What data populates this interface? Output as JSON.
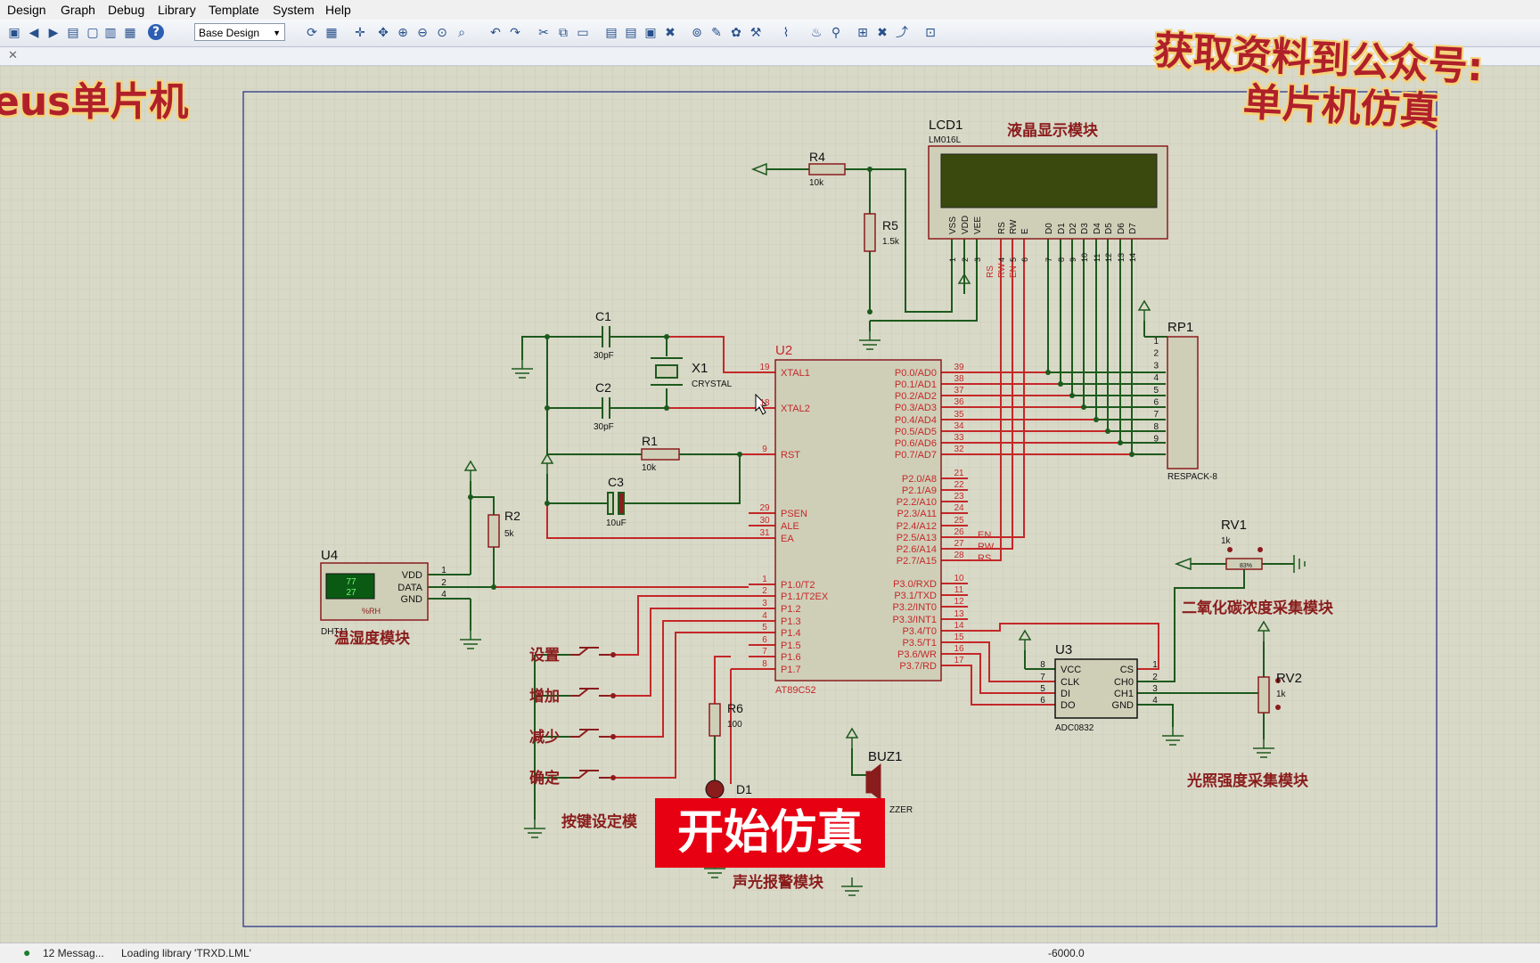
{
  "menu": [
    "Design",
    "Graph",
    "Debug",
    "Library",
    "Template",
    "System",
    "Help"
  ],
  "toolbar": {
    "design_combo": "Base Design",
    "help_icon": "?",
    "icons": [
      "component-mode-icon",
      "back-icon",
      "forward-icon",
      "save-icon",
      "new-icon",
      "print-icon",
      "sheet-icon",
      "help-icon",
      "refresh-icon",
      "grid-icon",
      "origin-icon",
      "pan-icon",
      "zoom-in-icon",
      "zoom-out-icon",
      "zoom-all-icon",
      "zoom-area-icon",
      "undo-icon",
      "redo-icon",
      "cut-icon",
      "copy-icon",
      "paste-icon",
      "block-copy-icon",
      "block-move-icon",
      "block-rotate-icon",
      "block-delete-icon",
      "pick-device-icon",
      "make-device-icon",
      "packaging-icon",
      "decompose-icon",
      "wire-autorouter-icon",
      "search-icon",
      "property-tool-icon",
      "new-sheet-icon",
      "remove-sheet-icon",
      "goto-sheet-icon",
      "bom-icon"
    ]
  },
  "overlay": {
    "top_left": "eus单片机",
    "top_right_line1": "获取资料到公众号:",
    "top_right_line2": "单片机仿真",
    "banner": "开始仿真"
  },
  "schematic": {
    "module_labels": {
      "lcd": "液晶显示模块",
      "dht": "温湿度模块",
      "co2": "二氧化碳浓度采集模块",
      "light": "光照强度采集模块",
      "keys": "按键设定模",
      "alarm": "声光报警模块"
    },
    "keys": [
      "设置",
      "增加",
      "减少",
      "确定"
    ],
    "components": {
      "lcd": {
        "ref": "LCD1",
        "part": "LM016L"
      },
      "mcu": {
        "ref": "U2",
        "part": "AT89C52"
      },
      "adc": {
        "ref": "U3",
        "part": "ADC0832"
      },
      "dht": {
        "ref": "U4",
        "part": "DHT11",
        "temp": "77",
        "hum": "27",
        "hum_unit": "%RH"
      },
      "rp1": {
        "ref": "RP1",
        "part": "RESPACK-8"
      },
      "r1": {
        "ref": "R1",
        "val": "10k"
      },
      "r2": {
        "ref": "R2",
        "val": "5k"
      },
      "r4": {
        "ref": "R4",
        "val": "10k"
      },
      "r5": {
        "ref": "R5",
        "val": "1.5k"
      },
      "r6": {
        "ref": "R6",
        "val": "100"
      },
      "c1": {
        "ref": "C1",
        "val": "30pF"
      },
      "c2": {
        "ref": "C2",
        "val": "30pF"
      },
      "c3": {
        "ref": "C3",
        "val": "10uF"
      },
      "x1": {
        "ref": "X1",
        "val": "CRYSTAL"
      },
      "rv1": {
        "ref": "RV1",
        "val": "1k",
        "pct": "83%"
      },
      "rv2": {
        "ref": "RV2",
        "val": "1k"
      },
      "d1": {
        "ref": "D1"
      },
      "buz": {
        "ref": "BUZ1",
        "part": "BUZZER",
        "part_visible": "ZZER"
      }
    },
    "mcu_pins_left": [
      {
        "num": "19",
        "name": "XTAL1"
      },
      {
        "num": "18",
        "name": "XTAL2"
      },
      {
        "num": "9",
        "name": "RST"
      },
      {
        "num": "29",
        "name": "PSEN"
      },
      {
        "num": "30",
        "name": "ALE"
      },
      {
        "num": "31",
        "name": "EA"
      },
      {
        "num": "1",
        "name": "P1.0/T2"
      },
      {
        "num": "2",
        "name": "P1.1/T2EX"
      },
      {
        "num": "3",
        "name": "P1.2"
      },
      {
        "num": "4",
        "name": "P1.3"
      },
      {
        "num": "5",
        "name": "P1.4"
      },
      {
        "num": "6",
        "name": "P1.5"
      },
      {
        "num": "7",
        "name": "P1.6"
      },
      {
        "num": "8",
        "name": "P1.7"
      }
    ],
    "mcu_pins_right": [
      {
        "num": "39",
        "name": "P0.0/AD0"
      },
      {
        "num": "38",
        "name": "P0.1/AD1"
      },
      {
        "num": "37",
        "name": "P0.2/AD2"
      },
      {
        "num": "36",
        "name": "P0.3/AD3"
      },
      {
        "num": "35",
        "name": "P0.4/AD4"
      },
      {
        "num": "34",
        "name": "P0.5/AD5"
      },
      {
        "num": "33",
        "name": "P0.6/AD6"
      },
      {
        "num": "32",
        "name": "P0.7/AD7"
      },
      {
        "num": "21",
        "name": "P2.0/A8"
      },
      {
        "num": "22",
        "name": "P2.1/A9"
      },
      {
        "num": "23",
        "name": "P2.2/A10"
      },
      {
        "num": "24",
        "name": "P2.3/A11"
      },
      {
        "num": "25",
        "name": "P2.4/A12"
      },
      {
        "num": "26",
        "name": "P2.5/A13"
      },
      {
        "num": "27",
        "name": "P2.6/A14"
      },
      {
        "num": "28",
        "name": "P2.7/A15"
      },
      {
        "num": "10",
        "name": "P3.0/RXD"
      },
      {
        "num": "11",
        "name": "P3.1/TXD"
      },
      {
        "num": "12",
        "name": "P3.2/INT0"
      },
      {
        "num": "13",
        "name": "P3.3/INT1"
      },
      {
        "num": "14",
        "name": "P3.4/T0"
      },
      {
        "num": "15",
        "name": "P3.5/T1"
      },
      {
        "num": "16",
        "name": "P3.6/WR"
      },
      {
        "num": "17",
        "name": "P3.7/RD"
      }
    ],
    "p2_net_labels": [
      "EN",
      "RW",
      "RS"
    ],
    "lcd_pins": [
      "VSS",
      "VDD",
      "VEE",
      "RS",
      "RW",
      "E",
      "D0",
      "D1",
      "D2",
      "D3",
      "D4",
      "D5",
      "D6",
      "D7"
    ],
    "lcd_pin_nums": [
      "1",
      "2",
      "3",
      "4",
      "5",
      "6",
      "7",
      "8",
      "9",
      "10",
      "11",
      "12",
      "13",
      "14"
    ],
    "lcd_net_labels": [
      "RS",
      "RW",
      "EN"
    ],
    "rp_pins": [
      "1",
      "2",
      "3",
      "4",
      "5",
      "6",
      "7",
      "8",
      "9"
    ],
    "adc_pins_left": [
      {
        "num": "8",
        "name": "VCC"
      },
      {
        "num": "7",
        "name": "CLK"
      },
      {
        "num": "5",
        "name": "DI"
      },
      {
        "num": "6",
        "name": "DO"
      }
    ],
    "adc_pins_right": [
      {
        "num": "1",
        "name": "CS"
      },
      {
        "num": "2",
        "name": "CH0"
      },
      {
        "num": "3",
        "name": "CH1"
      },
      {
        "num": "4",
        "name": "GND"
      }
    ],
    "dht_pins": [
      {
        "num": "1",
        "name": "VDD"
      },
      {
        "num": "2",
        "name": "DATA"
      },
      {
        "num": "4",
        "name": "GND"
      }
    ]
  },
  "status": {
    "messages": "12 Messag...",
    "loading": "Loading library 'TRXD.LML'",
    "coord": "-6000.0"
  }
}
